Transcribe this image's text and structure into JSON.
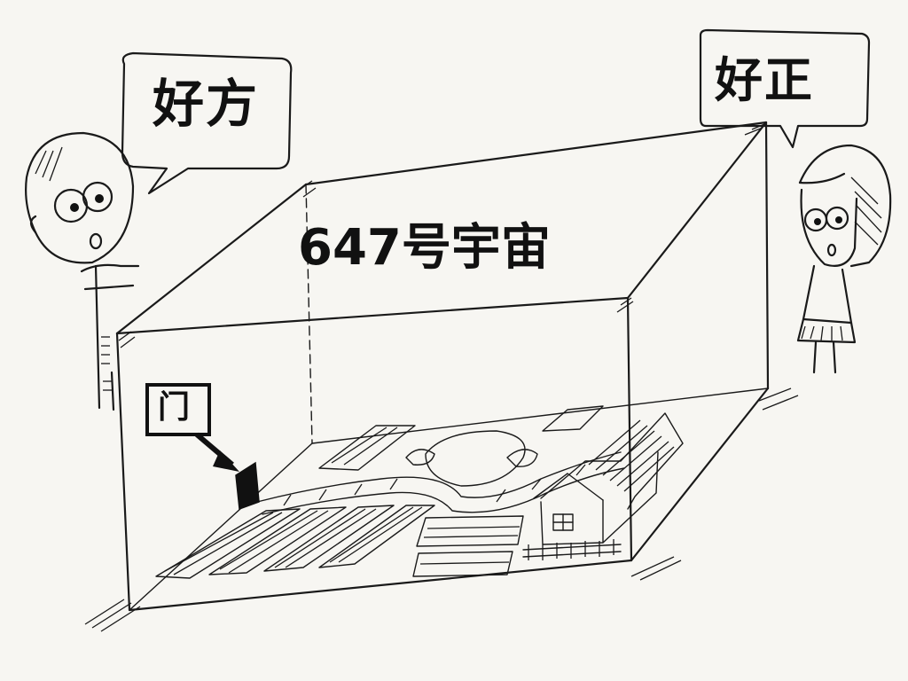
{
  "speech_left": {
    "text": "好方"
  },
  "speech_right": {
    "text": "好正"
  },
  "box": {
    "label": "647号宇宙"
  },
  "door": {
    "label": "门"
  },
  "colors": {
    "ink": "#1a1a1a",
    "paper": "#f7f6f2"
  }
}
